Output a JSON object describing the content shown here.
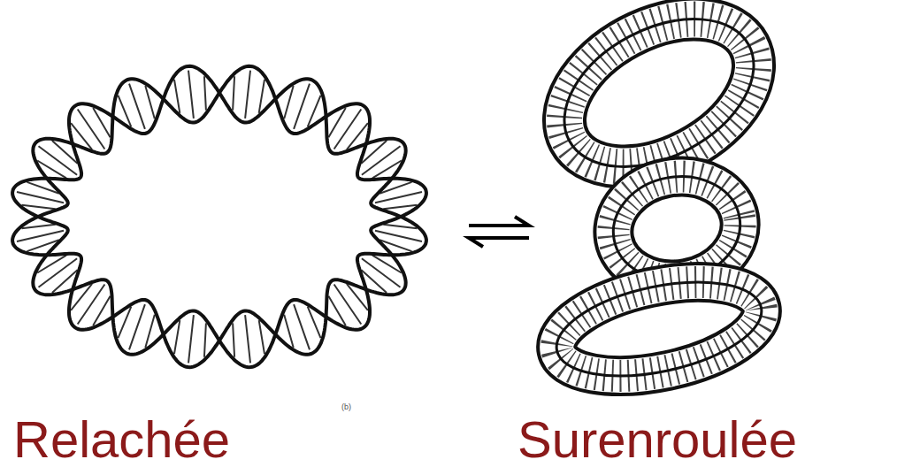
{
  "diagram": {
    "labels": [
      "(b)",
      "Relachée",
      "Surenroulée"
    ]
  }
}
